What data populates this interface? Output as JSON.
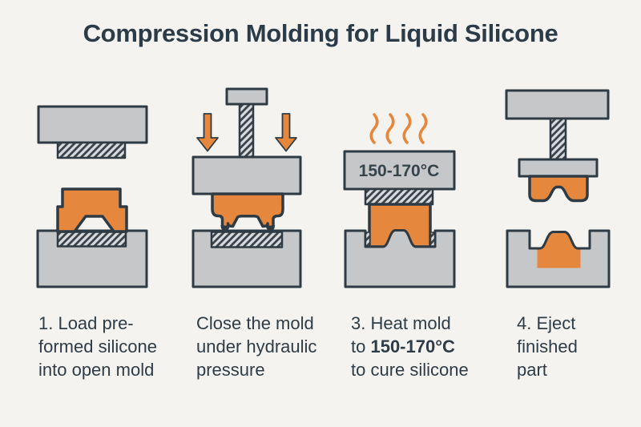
{
  "title": "Compression Molding for Liquid Silicone",
  "colors": {
    "background": "#f5f3f0",
    "metal_gray": "#c6c7c9",
    "outline_dark": "#2e3b44",
    "silicone_orange": "#e5873c",
    "hatch_background": "#d9dadb",
    "hatch_stripe": "#3a454d",
    "text_dark": "#2d3c46"
  },
  "diagram": {
    "temperature_label": "150-170°C"
  },
  "captions": {
    "step1": {
      "lines": [
        "1. Load pre-",
        "formed silicone",
        "into open mold"
      ]
    },
    "step2": {
      "lines": [
        "Close the mold",
        "under hydraulic",
        "pressure"
      ]
    },
    "step3": {
      "line1": "3. Heat mold",
      "line2_normal": "to ",
      "line2_bold": "150-170°C",
      "line3": "to cure silicone"
    },
    "step4": {
      "lines": [
        "4. Eject",
        "finished",
        "part"
      ]
    }
  }
}
